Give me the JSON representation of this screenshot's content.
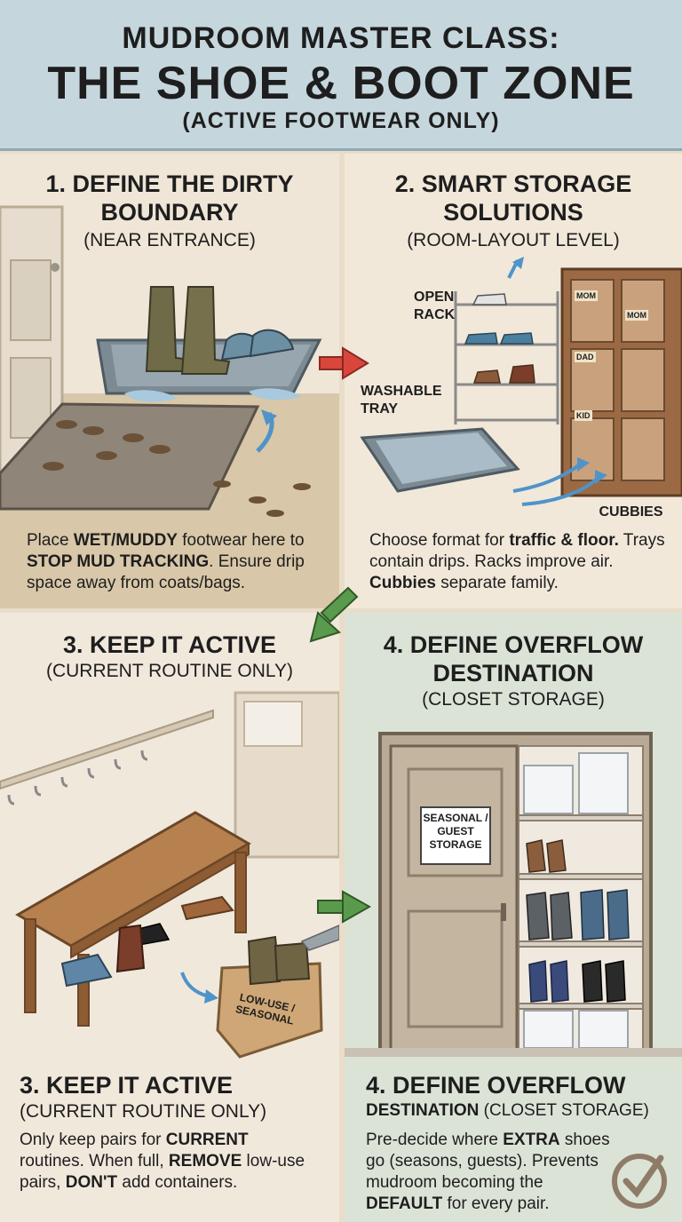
{
  "header": {
    "line1": "MUDROOM MASTER CLASS:",
    "line2": "THE SHOE & BOOT ZONE",
    "line3": "(ACTIVE FOOTWEAR ONLY)"
  },
  "panel1": {
    "title": "1. DEFINE THE DIRTY BOUNDARY",
    "subtitle": "(NEAR ENTRANCE)",
    "text": {
      "s1": "Place ",
      "b1": "WET/MUDDY",
      "s2": " footwear here to ",
      "b2": "STOP MUD TRACKING",
      "s3": ". Ensure drip space away from coats/bags."
    }
  },
  "panel2": {
    "title": "2. SMART STORAGE SOLUTIONS",
    "subtitle": "(ROOM-LAYOUT LEVEL)",
    "labels": {
      "open_rack": "OPEN RACK",
      "washable_tray": "WASHABLE TRAY",
      "cubbies": "CUBBIES"
    },
    "cubby_tags": [
      "MOM",
      "MOM",
      "DAD",
      "KID"
    ],
    "text": {
      "s1": "Choose format for ",
      "b1": "traffic & floor.",
      "s2": " Trays contain drips. Racks improve air. ",
      "b2": "Cubbies",
      "s3": " separate family."
    }
  },
  "panel3": {
    "title": "3. KEEP IT ACTIVE",
    "subtitle": "(CURRENT ROUTINE ONLY)",
    "box_label": "LOW-USE / SEASONAL",
    "bottom_title": "3. KEEP IT ACTIVE",
    "bottom_subtitle": "(CURRENT ROUTINE ONLY)",
    "text": {
      "s1": "Only keep pairs for ",
      "b1": "CURRENT",
      "s2": " routines. When full, ",
      "b2": "REMOVE",
      "s3": " low-use pairs, ",
      "b3": "DON'T",
      "s4": " add containers."
    }
  },
  "panel4": {
    "title": "4. DEFINE OVERFLOW DESTINATION",
    "subtitle": "(CLOSET STORAGE)",
    "sign": "SEASONAL / GUEST STORAGE",
    "bottom_title": "4. DEFINE OVERFLOW",
    "bottom_bold": "DESTINATION",
    "bottom_sub": " (CLOSET STORAGE)",
    "text": {
      "s1": "Pre-decide where ",
      "b1": "EXTRA",
      "s2": " shoes go (seasons, guests). Prevents mudroom becoming the ",
      "b2": "DEFAULT",
      "s3": " for every pair."
    }
  },
  "colors": {
    "header_bg": "#c6d6dd",
    "arrow_red": "#d9463c",
    "arrow_green": "#5a9a4c",
    "arrow_blue": "#4f93c9"
  }
}
